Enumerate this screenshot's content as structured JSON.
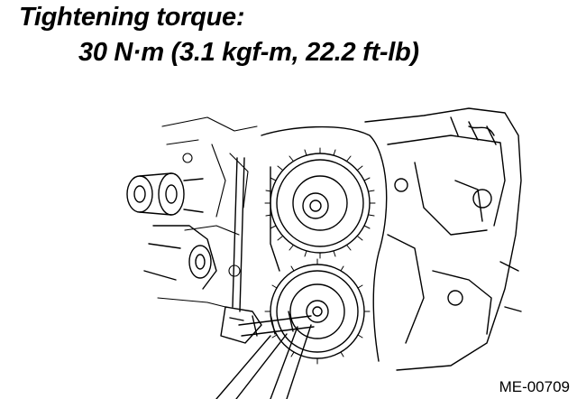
{
  "spec": {
    "heading": "Tightening torque:",
    "value": "30 N·m (3.1 kgf-m, 22.2 ft-lb)"
  },
  "figure": {
    "code": "ME-00709",
    "ink_color": "#000000",
    "paper_color": "#ffffff"
  }
}
